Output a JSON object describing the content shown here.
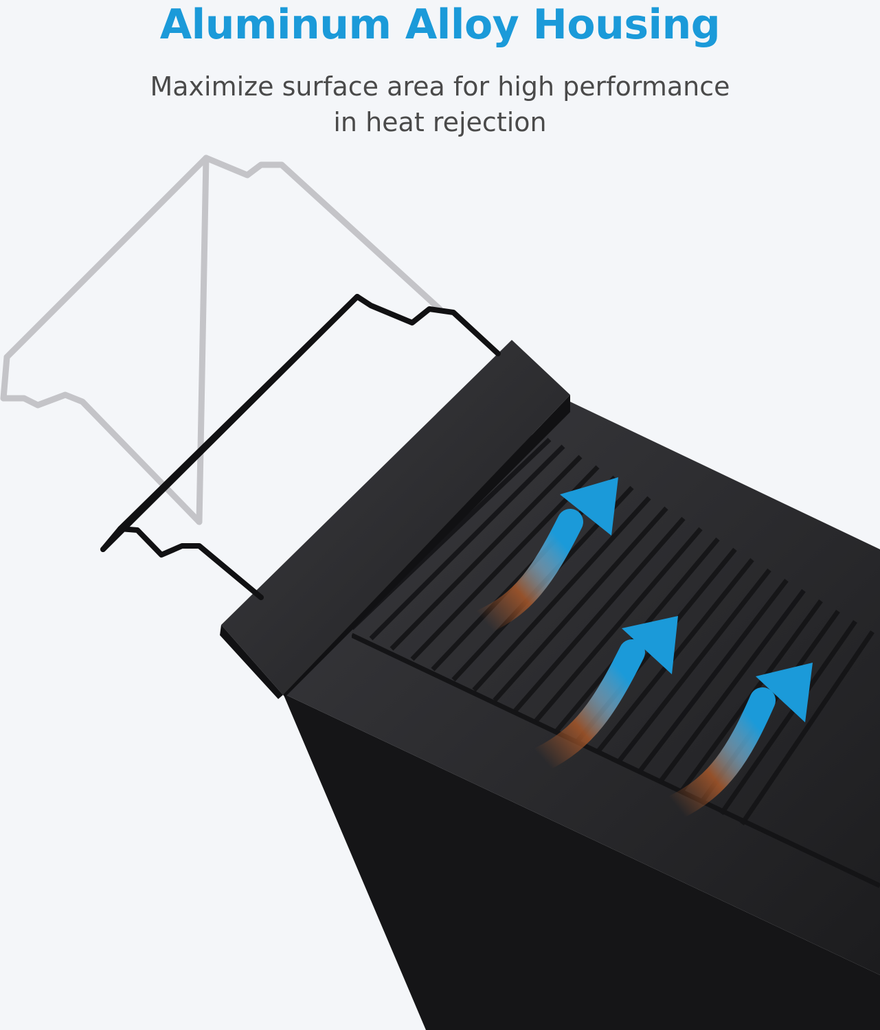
{
  "headline": "Aluminum Alloy Housing",
  "subhead": {
    "line1": "Maximize surface area for high performance",
    "line2": "in heat rejection"
  },
  "colors": {
    "accent": "#1b9ad9",
    "housing": "#2a2a2d",
    "heat": "#a0552a",
    "background": "#f4f6f9"
  },
  "icons": {
    "airflow": "airflow-arrow-icon"
  }
}
